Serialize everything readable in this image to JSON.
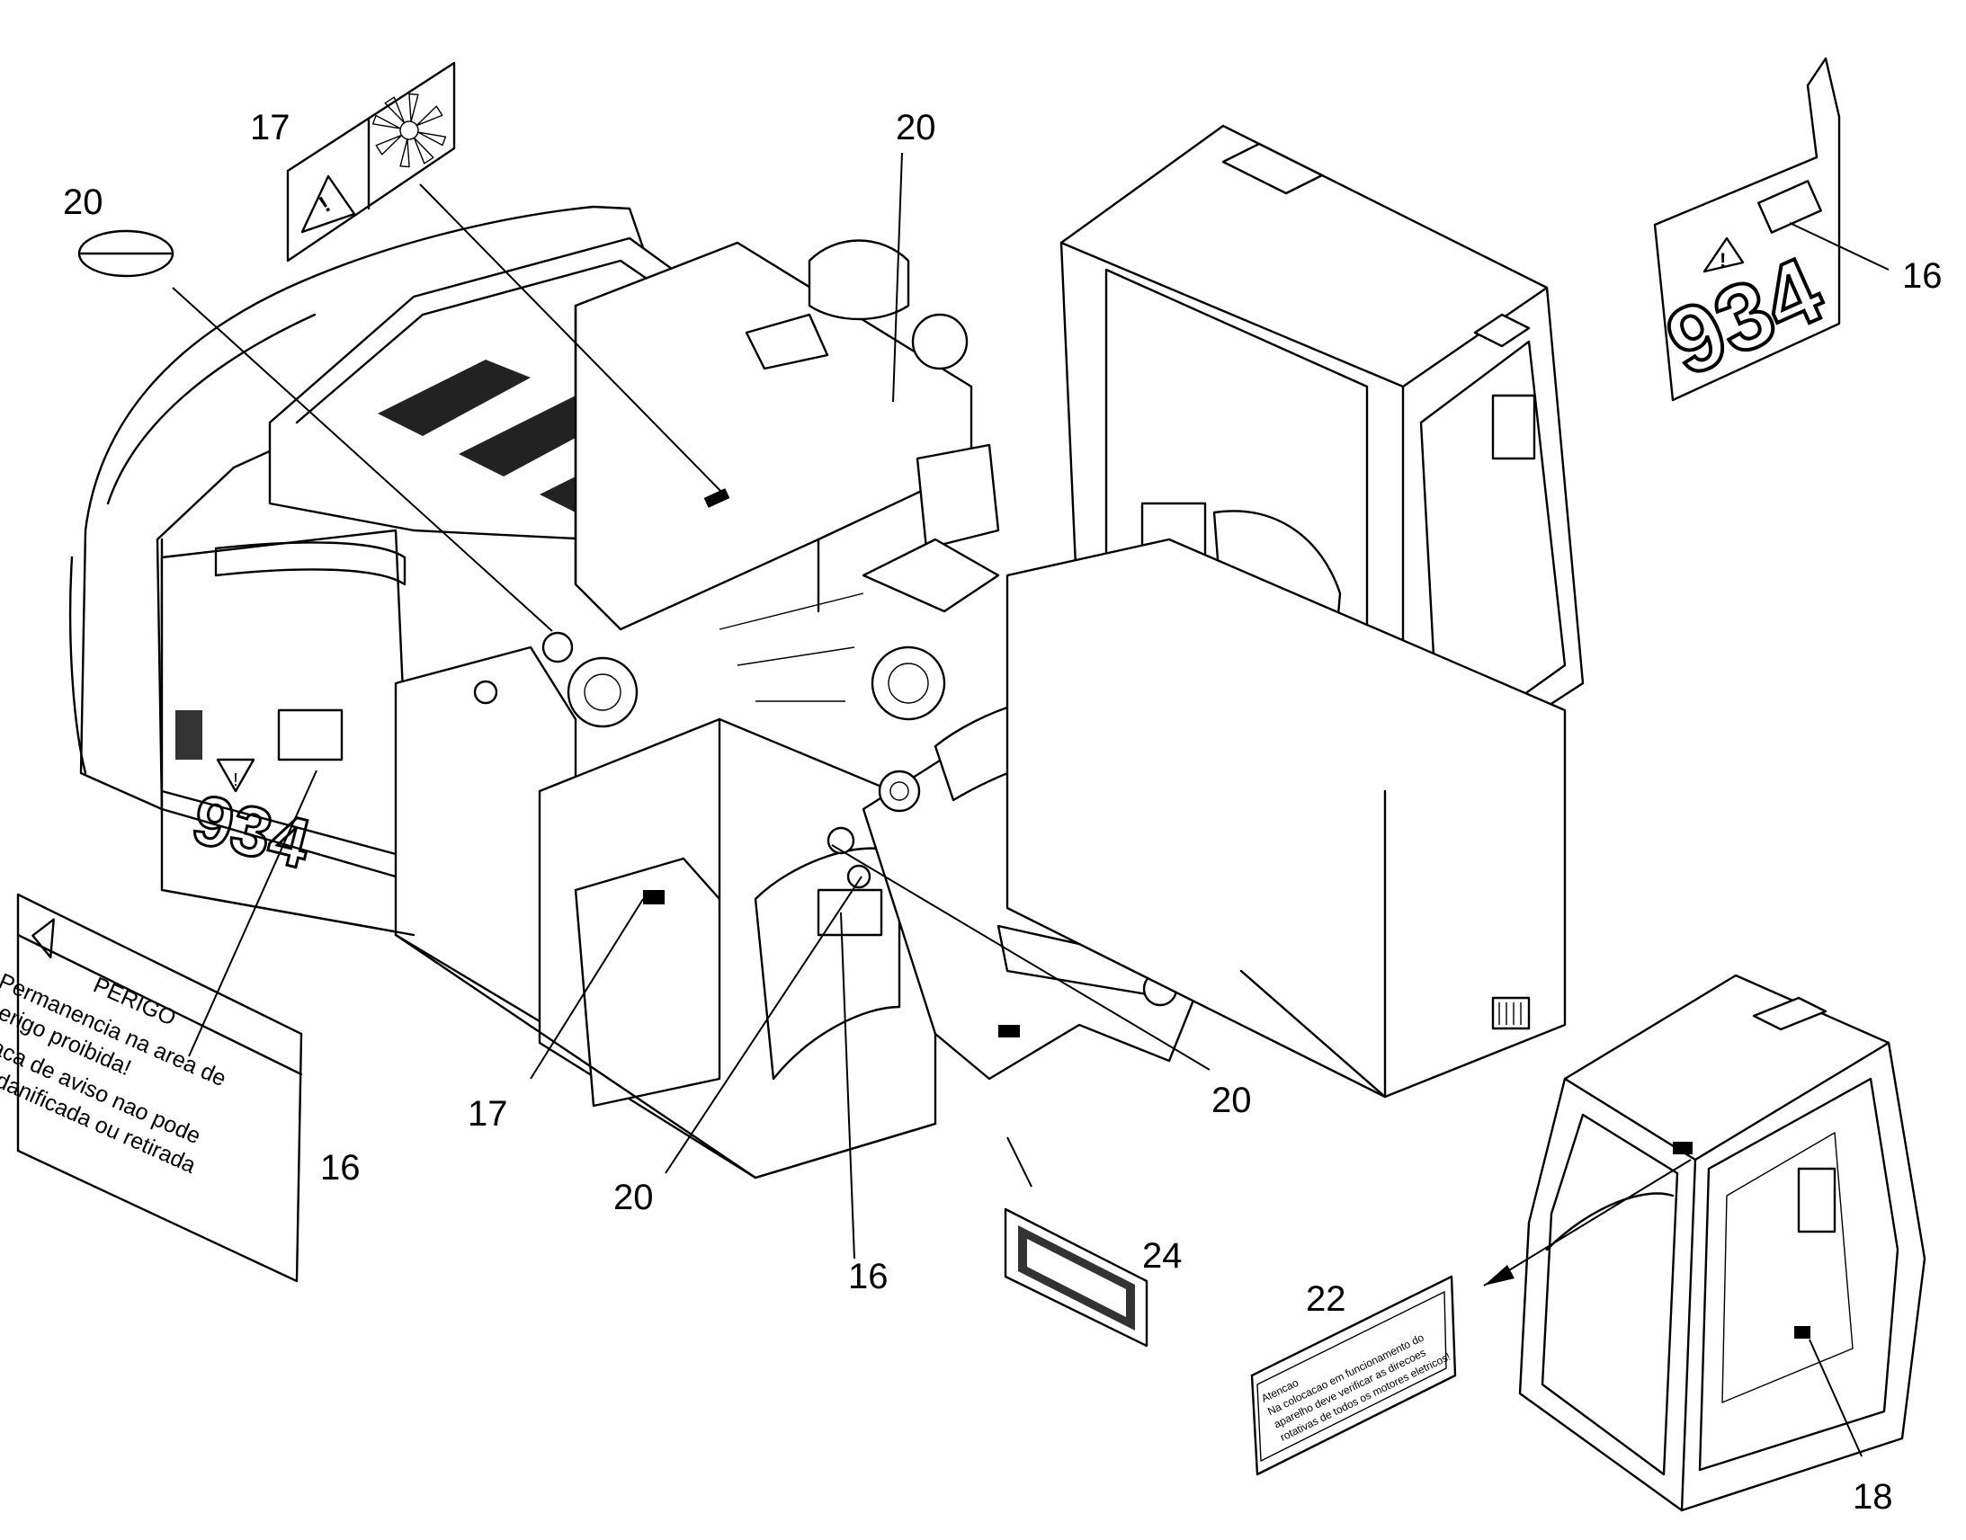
{
  "callouts": {
    "c17_top": "17",
    "c20_topleft": "20",
    "c20_top": "20",
    "c16_topright": "16",
    "c16_left": "16",
    "c17_bottom": "17",
    "c20_bottom_left": "20",
    "c16_bottom": "16",
    "c20_right": "20",
    "c24": "24",
    "c22": "22",
    "c18": "18"
  },
  "model_decal": {
    "text": "934"
  },
  "danger_sticker": {
    "title": "PERIGO",
    "line1": "Permanencia na area de",
    "line2": "perigo proibida!",
    "line3": "Placa de aviso nao pode",
    "line4": "ser danificada ou retirada"
  },
  "attention_sticker": {
    "line1": "Atencao",
    "line2": "Na colocacao em funcionamento do",
    "line3": "aparelho deve verificar as direcoes",
    "line4": "rotativas de todos os motores eletricos!"
  }
}
